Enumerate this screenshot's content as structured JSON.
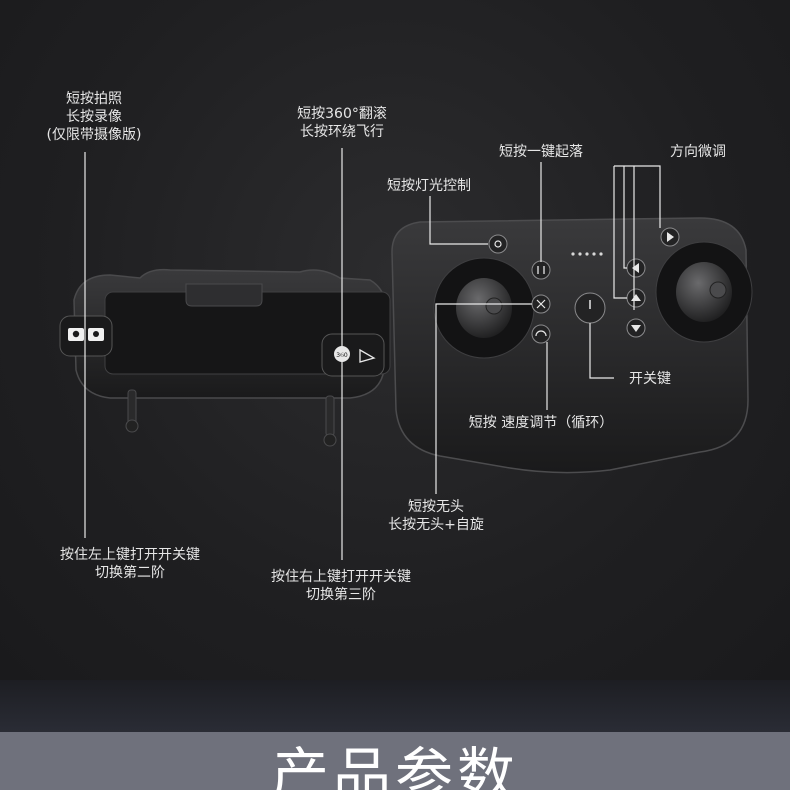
{
  "labels": {
    "photo": [
      "短按拍照",
      "长按录像",
      "(仅限带摄像版)"
    ],
    "flip": [
      "短按360°翻滚",
      "长按环绕飞行"
    ],
    "takeoff": [
      "短按一键起落"
    ],
    "trim": [
      "方向微调"
    ],
    "light": [
      "短按灯光控制"
    ],
    "power": [
      "开关键"
    ],
    "speed": [
      "短按 速度调节（循环）"
    ],
    "headless": [
      "短按无头",
      "长按无头+自旋"
    ],
    "left_shoulder": [
      "按住左上键打开开关键",
      "切换第二阶"
    ],
    "right_shoulder": [
      "按住右上键打开开关键",
      "切换第三阶"
    ]
  },
  "footer": {
    "title": "产品参数"
  },
  "colors": {
    "background": "#1f1f21",
    "line": "#e8e8e8",
    "footer": "#6f717c"
  }
}
